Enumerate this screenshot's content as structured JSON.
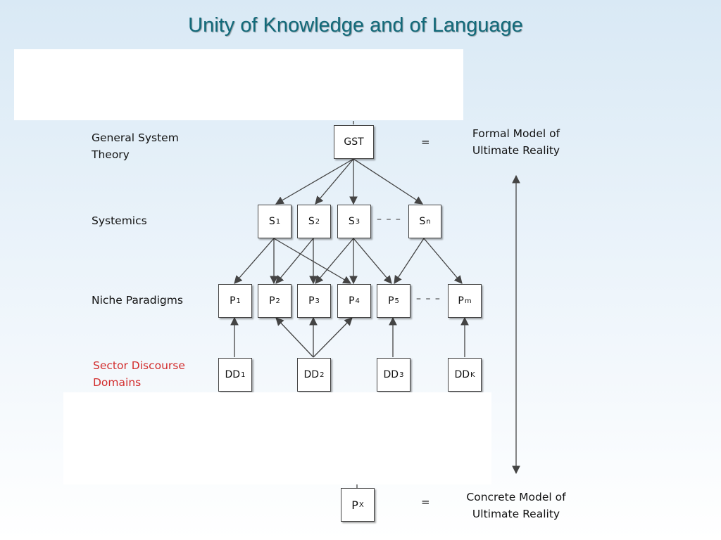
{
  "title": "Unity of Knowledge and of Language",
  "labels": {
    "gst": "General System Theory",
    "systemics": "Systemics",
    "niche": "Niche Paradigms",
    "sector": "Sector Discourse Domains"
  },
  "right": {
    "formal": "Formal Model of Ultimate Reality",
    "concrete": "Concrete Model of Ultimate Reality",
    "equals": "="
  },
  "nodes": {
    "gst": "GST",
    "s": [
      {
        "base": "S",
        "sub": "1"
      },
      {
        "base": "S",
        "sub": "2"
      },
      {
        "base": "S",
        "sub": "3"
      },
      {
        "base": "S",
        "sub": "n"
      }
    ],
    "p": [
      {
        "base": "P",
        "sub": "1"
      },
      {
        "base": "P",
        "sub": "2"
      },
      {
        "base": "P",
        "sub": "3"
      },
      {
        "base": "P",
        "sub": "4"
      },
      {
        "base": "P",
        "sub": "5"
      },
      {
        "base": "P",
        "sub": "m"
      }
    ],
    "dd": [
      {
        "base": "DD",
        "sub": "1"
      },
      {
        "base": "DD",
        "sub": "2"
      },
      {
        "base": "DD",
        "sub": "3"
      },
      {
        "base": "DD",
        "sub": "K"
      }
    ],
    "px": {
      "base": "P",
      "sub": "X"
    }
  },
  "ellipsis": "– – –",
  "colors": {
    "title": "#126a7a",
    "sector_label": "#d22c2c",
    "line": "#444444"
  }
}
